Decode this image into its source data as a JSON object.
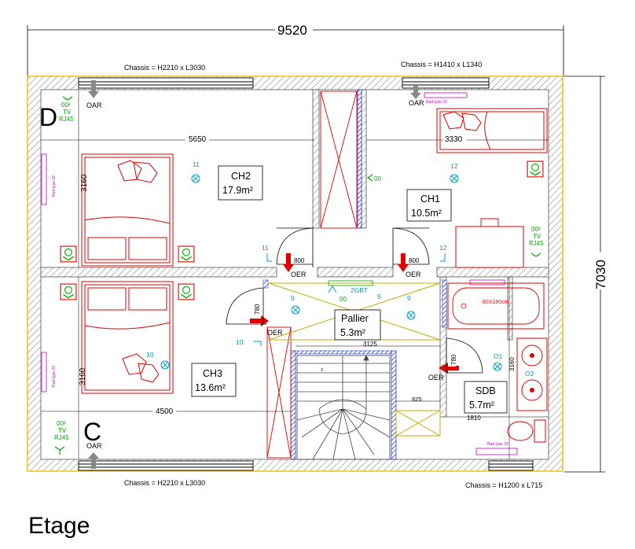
{
  "dimensions": {
    "total_width": "9520",
    "total_height": "7030",
    "ch2_width": "5650",
    "ch1_width": "3330",
    "ch3_width": "4500",
    "left_height_top": "3160",
    "left_height_bottom": "3160",
    "sdb_height": "3160",
    "pallier_width": "3125",
    "door_800_a": "800",
    "door_800_b": "800",
    "door_780_a": "780",
    "door_780_b": "780",
    "stair_825": "825",
    "sdb_1810": "1810"
  },
  "windows": {
    "top_left": "Chassis = H2210 x L3030",
    "top_right": "Chassis = H1410 x L1340",
    "bottom_left": "Chassis = H2210 x L3030",
    "bottom_right": "Chassis = H1200 x L715"
  },
  "rooms": {
    "ch2": {
      "name": "CH2",
      "area": "17.9m²"
    },
    "ch1": {
      "name": "CH1",
      "area": "10.5m²"
    },
    "ch3": {
      "name": "CH3",
      "area": "13.6m²"
    },
    "pallier": {
      "name": "Pallier",
      "area": "5.3m²"
    },
    "sdb": {
      "name": "SDB",
      "area": "5.7m²"
    }
  },
  "labels": {
    "oar": "OAR",
    "oer": "OER",
    "letter_d": "D",
    "letter_c": "C",
    "tv": "TV",
    "rj45": "RJ45",
    "outlet": "00",
    "outlet_top": "00²",
    "bathtub": "80X180cm",
    "pallier_socket": "2GBT",
    "num_11": "11",
    "num_12": "12",
    "num_9": "9",
    "num_10": "10",
    "num_o1": "O1",
    "num_o2": "O2",
    "rad1": "Rad type 22",
    "rad2": "Rad type 22",
    "mini": "3"
  },
  "title": "Etage",
  "colors": {
    "wall_hatch": "#888888",
    "furniture": "#e00000",
    "electric": "#00aa00",
    "lighting": "#00a0c8",
    "partition": "#2a3fd0",
    "circulation": "#bcb000",
    "outline": "#e8c000"
  }
}
